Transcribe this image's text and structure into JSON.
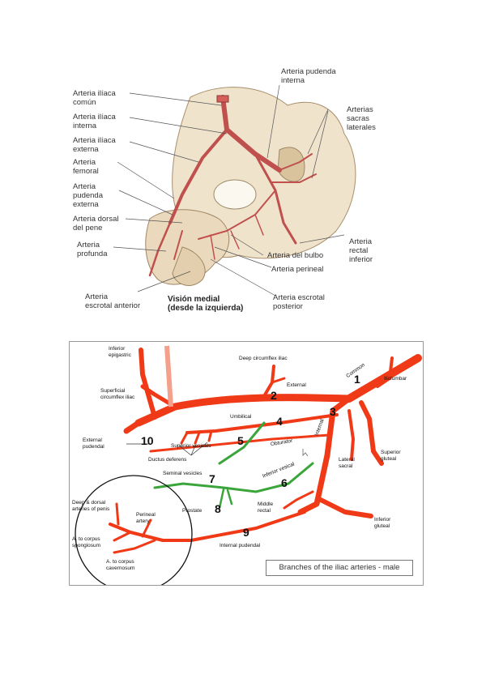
{
  "figure1": {
    "labels": {
      "iliaca_comun": "Arteria ilíaca\ncomún",
      "iliaca_interna": "Arteria ilíaca\ninterna",
      "iliaca_externa": "Arteria ilíaca\nexterna",
      "femoral": "Arteria\nfemoral",
      "pudenda_externa": "Arteria\npudenda\nexterna",
      "dorsal_pene": "Arteria dorsal\ndel pene",
      "profunda": "Arteria\nprofunda",
      "escrotal_anterior": "Arteria\nescrotal anterior",
      "pudenda_interna": "Arteria pudenda\ninterna",
      "sacras_laterales": "Arterias\nsacras\nlaterales",
      "rectal_inferior": "Arteria\nrectal\ninferior",
      "bulbo": "Arteria del bulbo",
      "perineal": "Arteria perineal",
      "escrotal_posterior": "Arteria escrotal\nposterior",
      "vision_medial": "Visión medial\n(desde la izquierda)"
    }
  },
  "figure2": {
    "labels": {
      "inferior_epigastric": "Inferior\nepigastric",
      "deep_circumflex": "Deep circumflex iliac",
      "common": "Common",
      "iliolumbar": "Iliolumbar",
      "superficial_circumflex": "Superficial\ncircumflex iliac",
      "external": "External",
      "umbilical": "Umbilical",
      "internal": "Internal",
      "external_pudendal": "External\npudendal",
      "superior_vesicals": "Superior vesicals",
      "obturator": "Obturator",
      "ductus_deferens": "Ductus deferens",
      "seminal_vesicles": "Seminal vesicles",
      "inferior_vesical": "Inferior vesical",
      "lateral_sacral": "Lateral\nsacral",
      "superior_gluteal": "Superior\ngluteal",
      "deep_dorsal": "Deep & dorsal\narteries of penis",
      "perineal_artery": "Perineal\nartery",
      "prostate": "Prostate",
      "middle_rectal": "Middle\nrectal",
      "inferior_gluteal": "Inferior\ngluteal",
      "corpus_spongiosum": "A. to corpus\nspongiosum",
      "internal_pudendal": "Internal pudendal",
      "corpus_cavernosum": "A. to corpus\ncavernosum"
    },
    "numbers": [
      "1",
      "2",
      "3",
      "4",
      "5",
      "6",
      "7",
      "8",
      "9",
      "10"
    ],
    "caption": "Branches of the iliac arteries - male",
    "colors": {
      "artery": "#f03a17",
      "green": "#3aa53a"
    }
  }
}
